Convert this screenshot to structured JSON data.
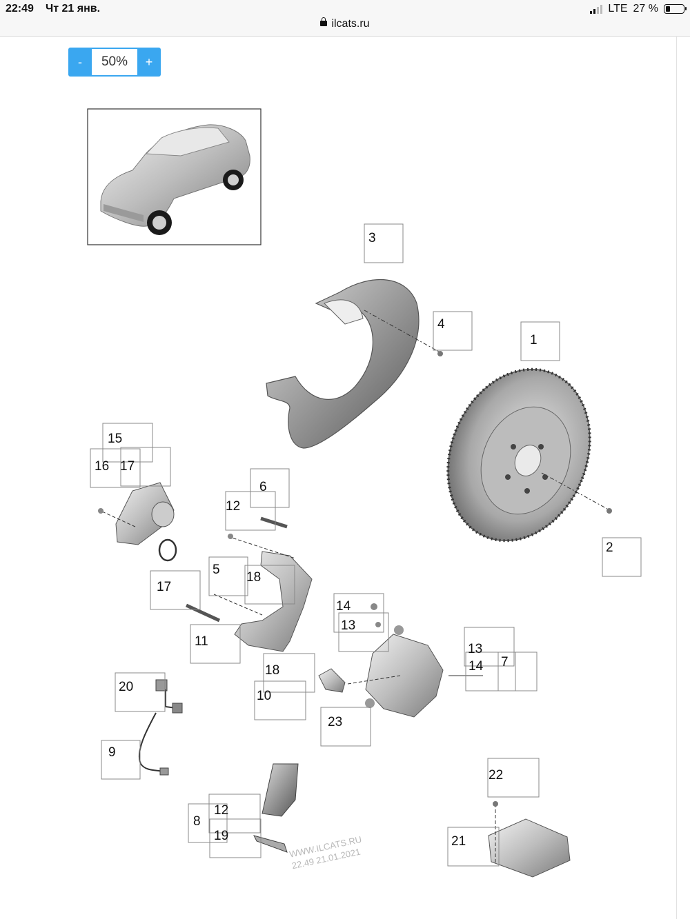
{
  "status_bar": {
    "time": "22:49",
    "date": "Чт 21 янв.",
    "network": "LTE",
    "battery": "27 %",
    "battery_level": 0.27
  },
  "browser": {
    "url": "ilcats.ru"
  },
  "zoom": {
    "minus_label": "-",
    "value": "50%",
    "plus_label": "+"
  },
  "callouts": [
    "3",
    "4",
    "1",
    "2",
    "15",
    "16",
    "17",
    "6",
    "12",
    "5",
    "18",
    "17",
    "11",
    "14",
    "13",
    "13",
    "14",
    "7",
    "20",
    "18",
    "10",
    "23",
    "9",
    "22",
    "8",
    "12",
    "19",
    "21"
  ],
  "watermark": {
    "line1": "WWW.ILCATS.RU",
    "line2": "22.49 21.01.2021"
  },
  "colors": {
    "accent": "#3aa7f0"
  }
}
